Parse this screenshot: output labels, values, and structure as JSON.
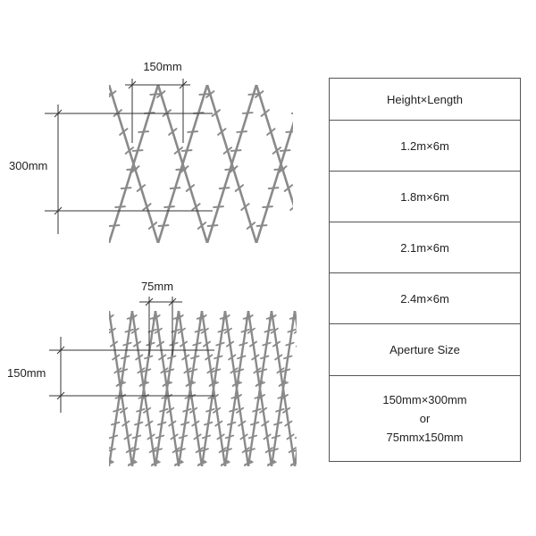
{
  "top_diagram": {
    "width_label": "150mm",
    "height_label": "300mm"
  },
  "bottom_diagram": {
    "width_label": "75mm",
    "height_label": "150mm"
  },
  "spec_table": {
    "header": "Height×Length",
    "sizes": [
      "1.2m×6m",
      "1.8m×6m",
      "2.1m×6m",
      "2.4m×6m"
    ],
    "aperture_title": "Aperture Size",
    "aperture_lines": [
      "150mm×300mm",
      "or",
      "75mmx150mm"
    ]
  },
  "colors": {
    "wire": "#8a8a8a",
    "dimension_line": "#333333",
    "table_border": "#555555"
  }
}
